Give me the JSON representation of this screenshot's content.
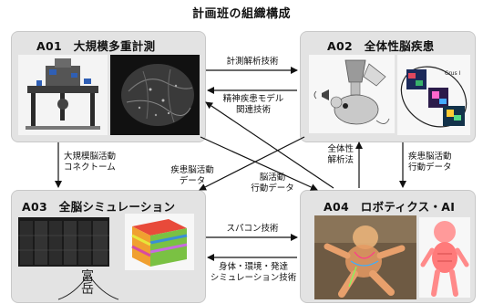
{
  "title": "計画班の組織構成",
  "panels": {
    "a01": {
      "title": "A01　大規模多重計測"
    },
    "a02": {
      "title": "A02　全体性脳疾患"
    },
    "a03": {
      "title": "A03　全脳シミュレーション"
    },
    "a04": {
      "title": "A04　ロボティクス・AI"
    }
  },
  "flows": {
    "a01_a02_top": "計測解析技術",
    "a02_a01_bottom": [
      "精神疾患モデル",
      "関連技術"
    ],
    "a01_a03": [
      "大規模脳活動",
      "コネクトーム"
    ],
    "a02_a03": [
      "疾患脳活動",
      "データ"
    ],
    "a01_a04": [
      "脳活動",
      "行動データ"
    ],
    "a04_a01": [
      "全体性",
      "解析法"
    ],
    "a02_a04": [
      "疾患脳活動",
      "行動データ"
    ],
    "a03_a04": "スパコン技術",
    "a04_a03": [
      "身体・環境・発達",
      "シミュレーション技術"
    ]
  },
  "images": {
    "a02_inset_label": "Crus I",
    "a03_logo_text": "富岳"
  }
}
